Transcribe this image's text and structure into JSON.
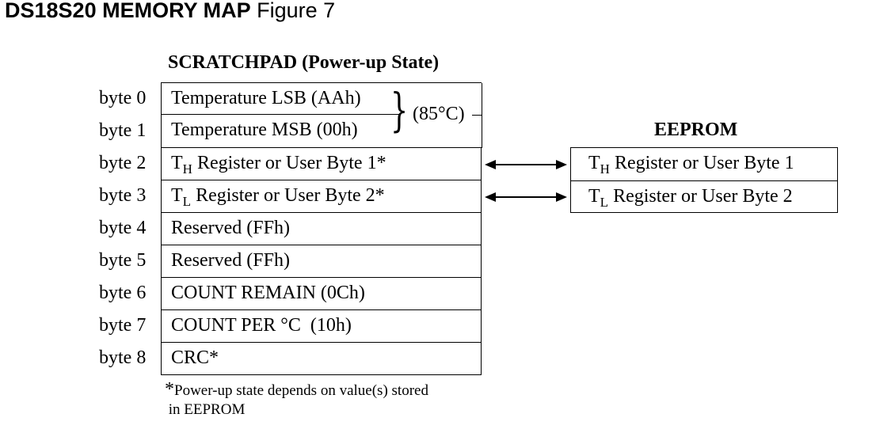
{
  "title": {
    "bold": "DS18S20 MEMORY MAP",
    "normal": "Figure 7"
  },
  "scratchpad": {
    "heading": "SCRATCHPAD (Power-up State)",
    "temp_note": "(85°C)",
    "rows": [
      {
        "byte": "byte 0",
        "label": "Temperature LSB (AAh)"
      },
      {
        "byte": "byte 1",
        "label": "Temperature MSB (00h)"
      },
      {
        "byte": "byte 2",
        "label_main": "T",
        "label_sub": "H",
        "label_rest": " Register or User Byte 1*"
      },
      {
        "byte": "byte 3",
        "label_main": "T",
        "label_sub": "L",
        "label_rest": " Register or User Byte 2*"
      },
      {
        "byte": "byte 4",
        "label": "Reserved (FFh)"
      },
      {
        "byte": "byte 5",
        "label": "Reserved (FFh)"
      },
      {
        "byte": "byte 6",
        "label": "COUNT REMAIN (0Ch)"
      },
      {
        "byte": "byte 7",
        "label": "COUNT PER °C  (10h)"
      },
      {
        "byte": "byte 8",
        "label": "CRC*"
      }
    ]
  },
  "eeprom": {
    "heading": "EEPROM",
    "rows": [
      {
        "label_main": "T",
        "label_sub": "H",
        "label_rest": " Register or User Byte 1"
      },
      {
        "label_main": "T",
        "label_sub": "L",
        "label_rest": " Register or User Byte 2"
      }
    ]
  },
  "footnote": {
    "star": "*",
    "text": "Power-up state depends on value(s) stored\n in EEPROM"
  }
}
